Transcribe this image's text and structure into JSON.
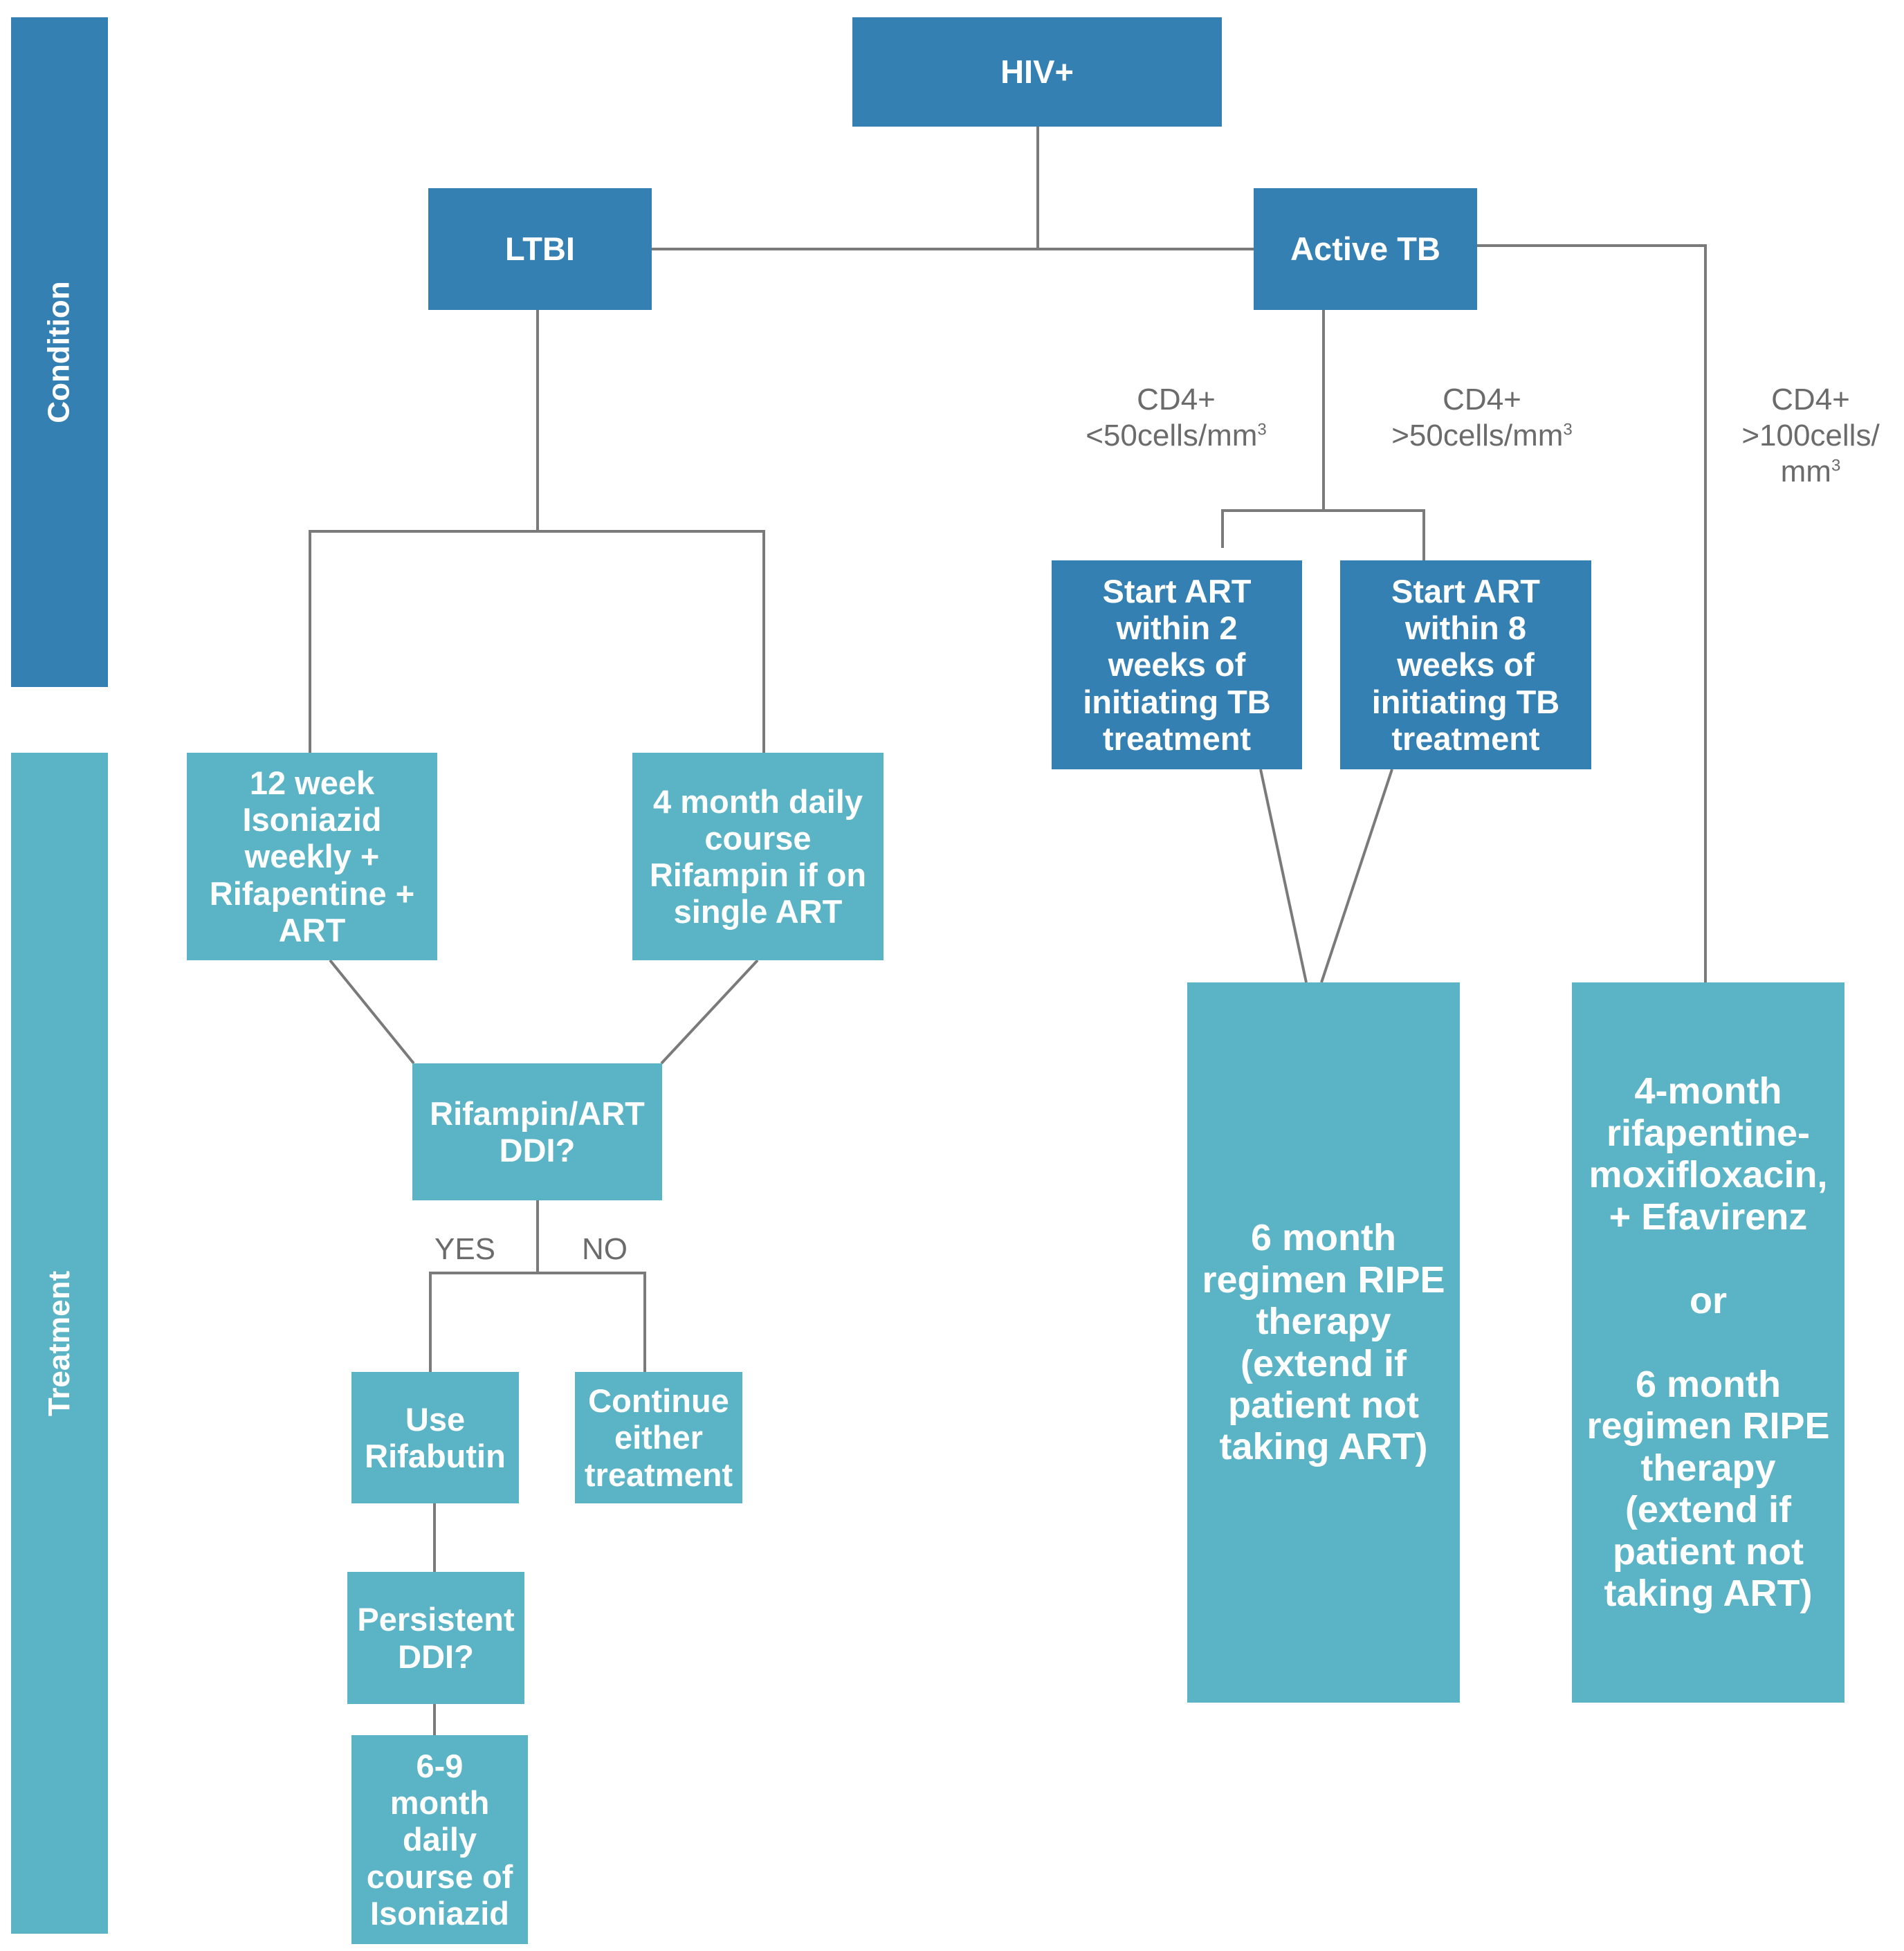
{
  "sections": {
    "condition_label": "Condition",
    "treatment_label": "Treatment"
  },
  "colors": {
    "dark_box": "#3580b2",
    "light_box": "#5bb4c5",
    "connector": "#7a7a7a",
    "label_text": "#6b6b6b"
  },
  "nodes": {
    "hiv": "HIV+",
    "ltbi": "LTBI",
    "active_tb": "Active TB",
    "start_art_2": "Start ART\nwithin 2\nweeks of\ninitiating TB\ntreatment",
    "start_art_8": "Start ART\nwithin 8\nweeks of\ninitiating TB\ntreatment",
    "isoniazid_12wk": "12 week\nIsoniazid\nweekly +\nRifapentine +\nART",
    "rifampin_4mo": "4 month daily\ncourse\nRifampin if on\nsingle ART",
    "rifampin_ddi": "Rifampin/ART\nDDI?",
    "use_rifabutin": "Use\nRifabutin",
    "continue_treatment": "Continue\neither\ntreatment",
    "persistent_ddi": "Persistent\nDDI?",
    "isoniazid_6_9mo": "6-9\nmonth\ndaily\ncourse of\nIsoniazid",
    "ripe_6mo": "6 month\nregimen RIPE\ntherapy\n(extend if\npatient not\ntaking ART)",
    "rifapentine_moxi": "4-month\nrifapentine-\nmoxifloxacin,\n+ Efavirenz\n\nor\n\n6 month\nregimen RIPE\ntherapy\n(extend if\npatient not\ntaking ART)"
  },
  "edge_labels": {
    "cd4_lt50_line1": "CD4+",
    "cd4_lt50_line2": "<50cells/mm",
    "cd4_gt50_line1": "CD4+",
    "cd4_gt50_line2": ">50cells/mm",
    "cd4_gt100_line1": "CD4+",
    "cd4_gt100_line2": ">100cells/",
    "cd4_gt100_line3": "mm",
    "superscript": "3",
    "yes": "YES",
    "no": "NO"
  }
}
